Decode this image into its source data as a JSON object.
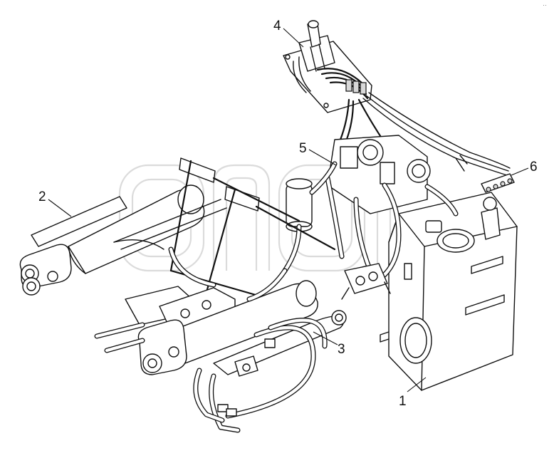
{
  "figure": {
    "callouts": [
      {
        "id": "1",
        "label": "1"
      },
      {
        "id": "2",
        "label": "2"
      },
      {
        "id": "3",
        "label": "3"
      },
      {
        "id": "4",
        "label": "4"
      },
      {
        "id": "5",
        "label": "5"
      },
      {
        "id": "6",
        "label": "6"
      }
    ],
    "corner_mark": "··",
    "watermark_logo": "amb"
  }
}
